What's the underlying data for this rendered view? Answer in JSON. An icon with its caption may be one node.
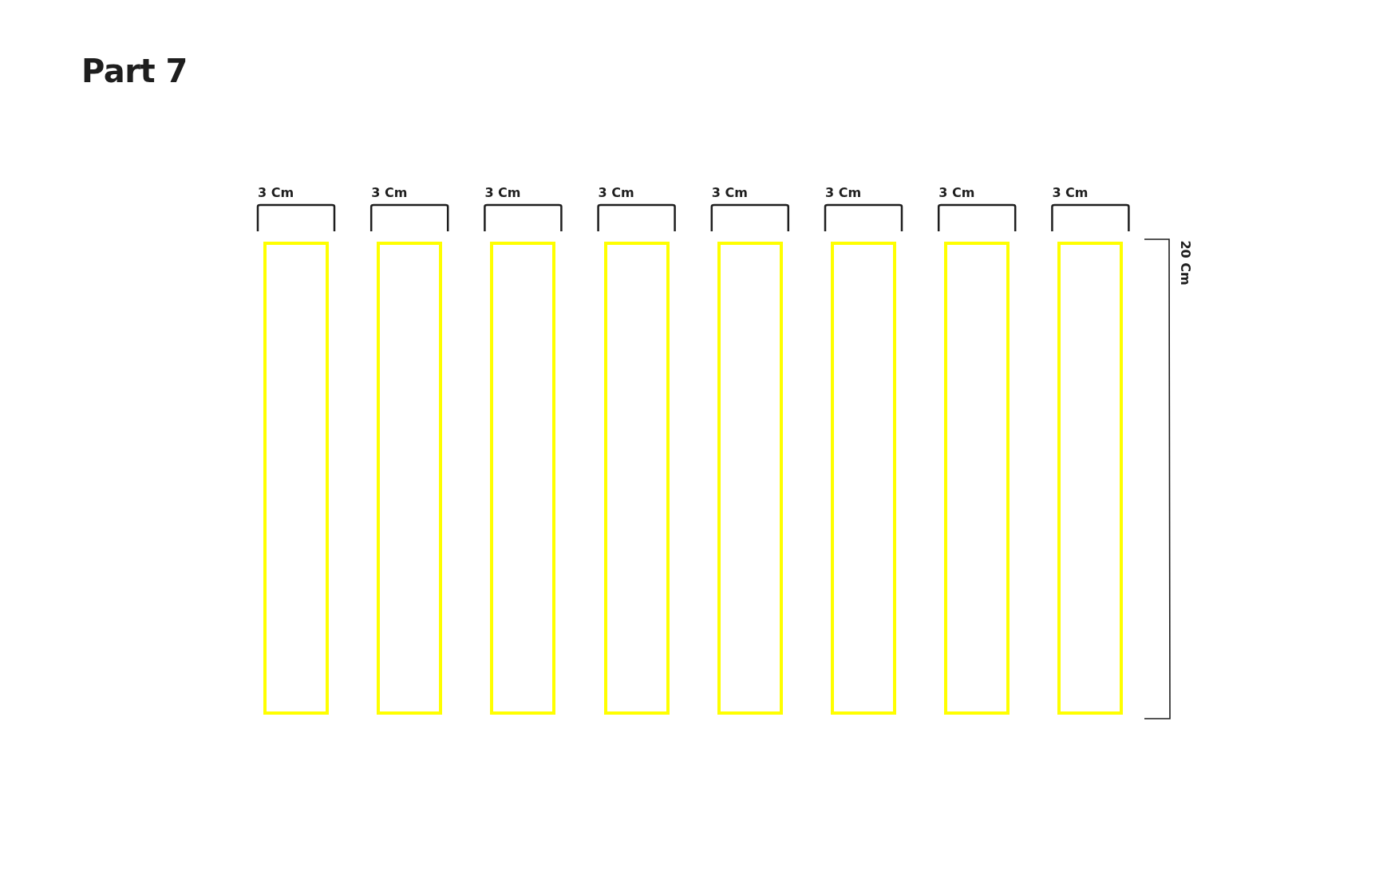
{
  "diagram": {
    "title": "Part 7",
    "nodes": [
      {
        "text": [],
        "shape": "box"
      },
      {
        "text": [],
        "shape": "box"
      },
      {
        "text": [],
        "shape": "box"
      },
      {
        "text": [],
        "shape": "box"
      },
      {
        "text": [],
        "shape": "box"
      },
      {
        "text": [],
        "shape": "box"
      },
      {
        "text": [],
        "shape": "box"
      },
      {
        "text": [],
        "shape": "box"
      }
    ],
    "edges": [],
    "labels": [
      "3 Cm",
      "3 Cm",
      "3 Cm",
      "3 Cm",
      "3 Cm",
      "3 Cm",
      "3 Cm",
      "3 Cm",
      "20 Cm"
    ]
  }
}
